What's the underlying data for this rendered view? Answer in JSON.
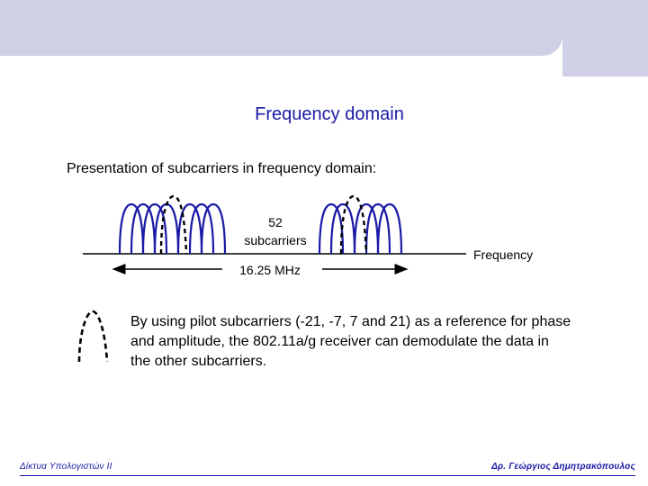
{
  "slide": {
    "title": "Frequency domain",
    "subtitle": "Presentation of subcarriers in frequency domain:",
    "note": "By using pilot subcarriers (-21, -7, 7 and 21) as a reference for phase and amplitude, the 802.11a/g receiver can demodulate the data in the other subcarriers."
  },
  "diagram": {
    "count_line1": "52",
    "count_line2": "subcarriers",
    "bandwidth_label": "16.25 MHz",
    "axis_label": "Frequency"
  },
  "footer": {
    "left": "Δίκτυα Υπολογιστών ΙΙ",
    "right": "Δρ. Γεώργιος Δημητρακόπουλος"
  },
  "colors": {
    "band": "#cfcfe6",
    "title": "#1a1aa6",
    "subcarrier": "#1a1aa6",
    "pilot": "#000000"
  }
}
